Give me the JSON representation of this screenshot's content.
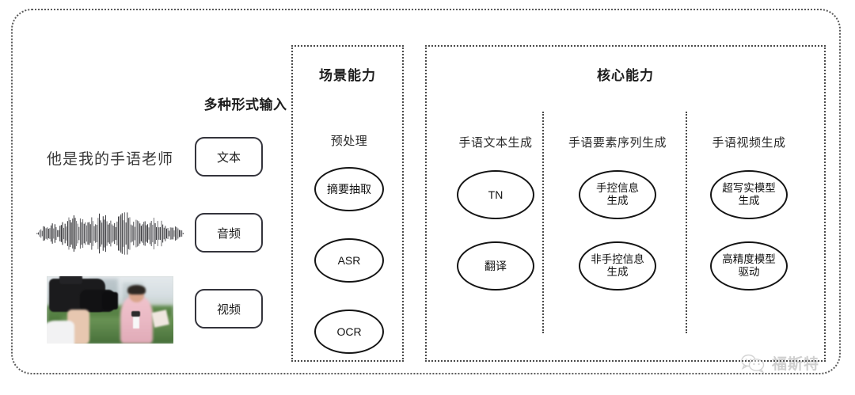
{
  "diagram": {
    "input_section": {
      "heading": "多种形式输入",
      "rows": [
        {
          "media_kind": "text-sample",
          "sample_text": "他是我的手语老师",
          "button_label": "文本"
        },
        {
          "media_kind": "audio-waveform",
          "sample_text": "",
          "button_label": "音频"
        },
        {
          "media_kind": "video-thumbnail",
          "sample_text": "",
          "button_label": "视频"
        }
      ]
    },
    "scene_panel": {
      "title": "场景能力",
      "columns": [
        {
          "label": "预处理",
          "nodes": [
            "摘要抽取",
            "ASR",
            "OCR"
          ]
        }
      ]
    },
    "core_panel": {
      "title": "核心能力",
      "columns": [
        {
          "label": "手语文本生成",
          "nodes": [
            "TN",
            "翻译"
          ]
        },
        {
          "label": "手语要素序列生成",
          "nodes": [
            "手控信息\n生成",
            "非手控信息\n生成"
          ]
        },
        {
          "label": "手语视频生成",
          "nodes": [
            "超写实模型\n生成",
            "高精度模型\n驱动"
          ]
        }
      ]
    },
    "watermark": {
      "icon": "wechat-bubbles-icon",
      "text": "福斯特"
    },
    "colors": {
      "frame_border": "#5a5a5a",
      "panel_border": "#4a4a4a",
      "node_border": "#141414",
      "button_border": "#34343c",
      "text": "#1d1d1d",
      "watermark_text": "#8e8e8e",
      "background": "#ffffff"
    }
  }
}
